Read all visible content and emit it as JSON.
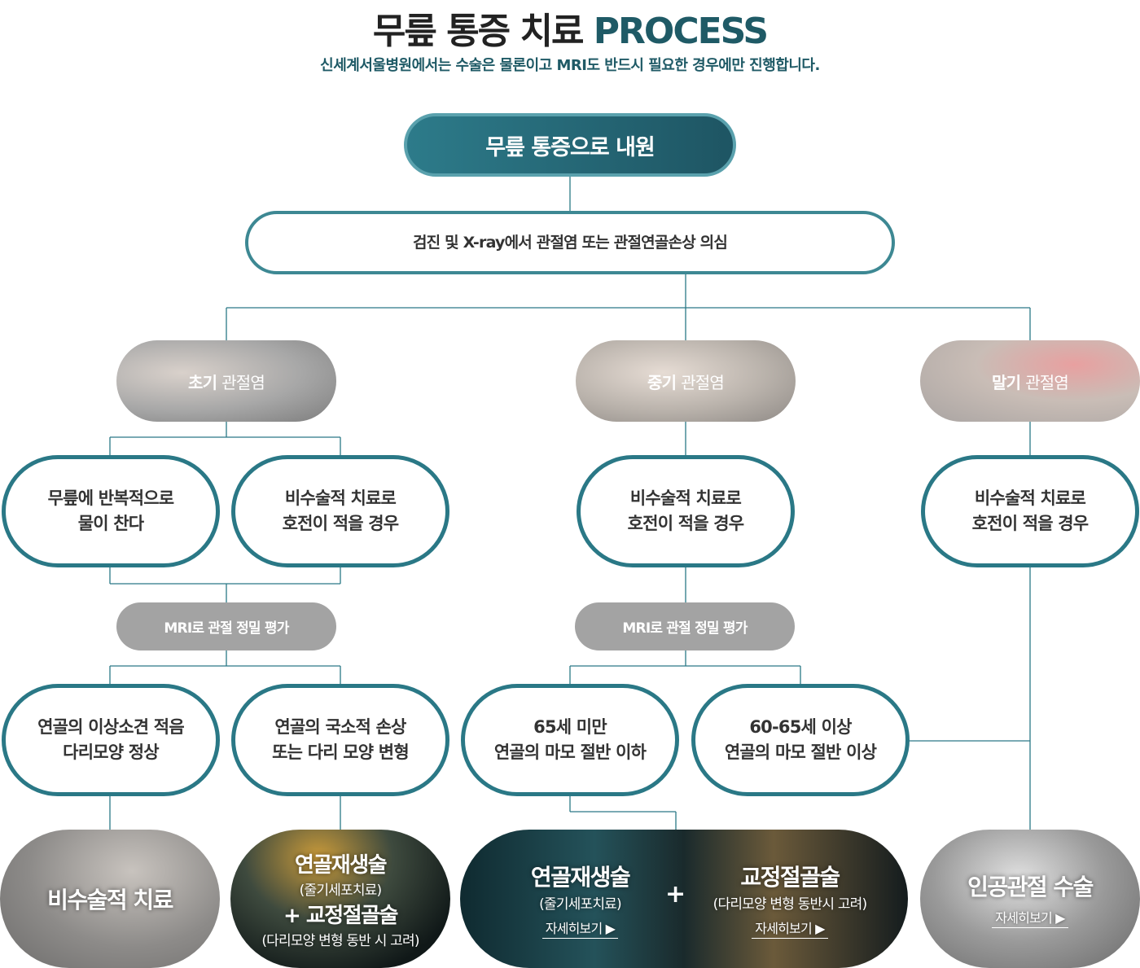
{
  "header": {
    "title_main": "무릎 통증 치료",
    "title_accent": "PROCESS",
    "subtitle": "신세계서울병원에서는 수술은 물론이고 MRI도 반드시 필요한 경우에만 진행합니다."
  },
  "colors": {
    "primary": "#2a7886",
    "dark_teal": "#1e5563",
    "gray_pill": "#a3a3a3",
    "line": "#2a7886"
  },
  "start": "무릎 통증으로 내원",
  "screening": "검진 및 X-ray에서 관절염 또는 관절연골손상 의심",
  "stages": [
    {
      "strong": "초기",
      "rest": "관절염"
    },
    {
      "strong": "중기",
      "rest": "관절염"
    },
    {
      "strong": "말기",
      "rest": "관절염"
    }
  ],
  "conditions_row1": [
    {
      "line1": "무릎에 반복적으로",
      "line2": "물이 찬다"
    },
    {
      "line1": "비수술적 치료로",
      "line2": "호전이 적을 경우"
    },
    {
      "line1": "비수술적 치료로",
      "line2": "호전이 적을 경우"
    },
    {
      "line1": "비수술적 치료로",
      "line2": "호전이 적을 경우"
    }
  ],
  "mri": [
    "MRI로 관절 정밀 평가",
    "MRI로 관절 정밀 평가"
  ],
  "conditions_row2": [
    {
      "line1": "연골의 이상소견 적음",
      "line2": "다리모양 정상"
    },
    {
      "line1": "연골의 국소적 손상",
      "line2": "또는 다리 모양 변형"
    },
    {
      "line1": "65세 미만",
      "line2": "연골의 마모 절반 이하"
    },
    {
      "line1": "60-65세 이상",
      "line2": "연골의 마모 절반 이상"
    }
  ],
  "results": {
    "nonsurgical": "비수술적 치료",
    "combo": {
      "title1": "연골재생술",
      "sub1": "(줄기세포치료)",
      "title2": "+ 교정절골술",
      "sub2": "(다리모양 변형 동반 시 고려)"
    },
    "wide_left": {
      "title": "연골재생술",
      "sub": "(줄기세포치료)",
      "link": "자세히보기 ▶"
    },
    "plus": "+",
    "wide_right": {
      "title": "교정절골술",
      "sub": "(다리모양 변형 동반시 고려)",
      "link": "자세히보기 ▶"
    },
    "replacement": {
      "title": "인공관절 수술",
      "link": "자세히보기 ▶"
    }
  }
}
